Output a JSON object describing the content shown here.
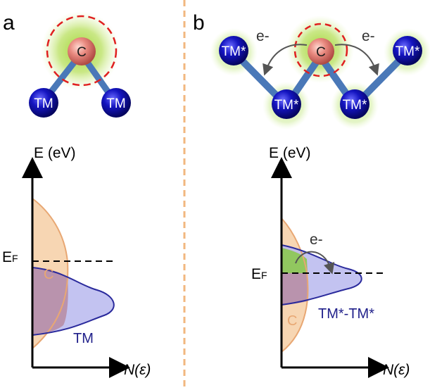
{
  "panels": {
    "a": {
      "letter": "a",
      "carbon_label": "C",
      "tm_labels": [
        "TM",
        "TM"
      ],
      "y_axis_label": "E (eV)",
      "x_axis_label": "N(ε)",
      "fermi_label_main": "E",
      "fermi_label_sub": "F",
      "curve_c_label": "C",
      "curve_tm_label": "TM"
    },
    "b": {
      "letter": "b",
      "carbon_label": "C",
      "tm_labels": [
        "TM*",
        "TM*",
        "TM*",
        "TM*"
      ],
      "electron_labels": [
        "e-",
        "e-"
      ],
      "y_axis_label": "E (eV)",
      "x_axis_label": "N(ε)",
      "fermi_label_main": "E",
      "fermi_label_sub": "F",
      "electron_label_dos": "e-",
      "curve_c_label": "C",
      "curve_tm_label": "TM*-TM*"
    }
  },
  "colors": {
    "carbon": "#e37a72",
    "tm": "#1010a0",
    "bond": "#4a78b8",
    "green_halo": "#a6d93c",
    "red_dash": "#e02020",
    "c_curve": "#e8a773",
    "c_fill": "#f6cfa6",
    "tm_curve": "#2a2a9c",
    "tm_fill": "#b9b9ee",
    "overlap_fill": "#b88ea6",
    "separator": "#f2b77f"
  }
}
